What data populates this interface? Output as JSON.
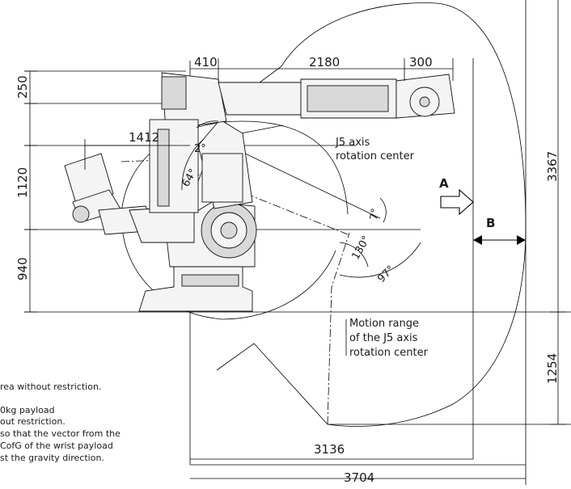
{
  "dimensions": {
    "d410": "410",
    "d2180": "2180",
    "d300": "300",
    "d250": "250",
    "d1120": "1120",
    "d940": "940",
    "d1412": "1412",
    "d3367": "3367",
    "d1254": "1254",
    "d3136": "3136",
    "d3704": "3704"
  },
  "angles": {
    "a2": "2°",
    "a64": "64°",
    "a7": "7°",
    "a130": "130°",
    "a97": "97°"
  },
  "labels": {
    "j5_line1": "J5 axis",
    "j5_line2": "rotation center",
    "motion_line1": "Motion range",
    "motion_line2": "of the J5 axis",
    "motion_line3": "rotation center",
    "view_a": "A",
    "view_b": "B"
  },
  "notes": {
    "line1": "rea without restriction.",
    "line2": "0kg payload",
    "line3": "out restriction.",
    "line4": "so that the vector from the",
    "line5": "CofG of the wrist payload",
    "line6": "st the gravity direction."
  }
}
